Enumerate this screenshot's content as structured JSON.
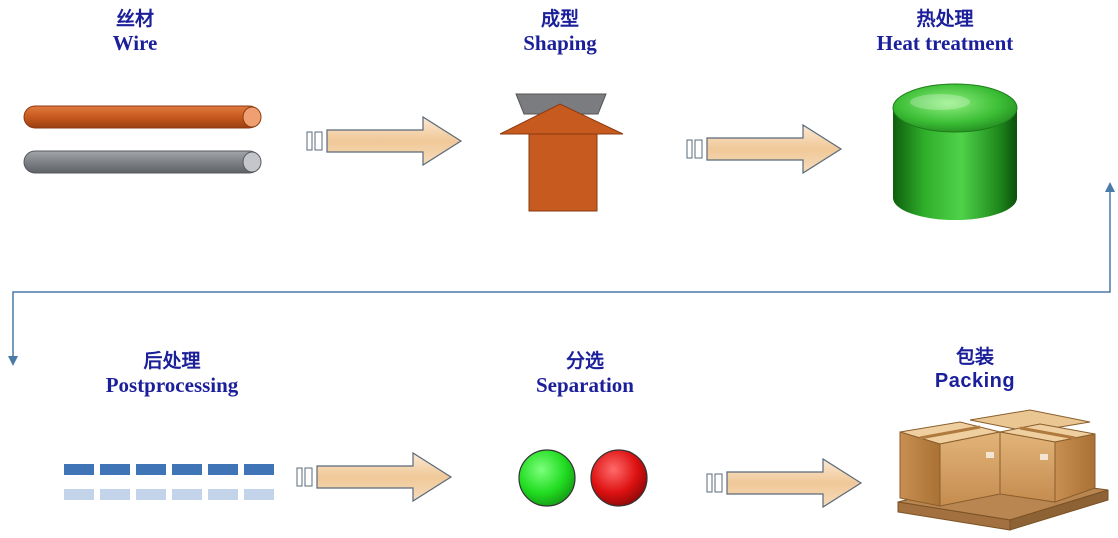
{
  "steps": [
    {
      "zh": "丝材",
      "en": "Wire"
    },
    {
      "zh": "成型",
      "en": "Shaping"
    },
    {
      "zh": "热处理",
      "en": "Heat treatment"
    },
    {
      "zh": "后处理",
      "en": "Postprocessing"
    },
    {
      "zh": "分选",
      "en": "Separation"
    },
    {
      "zh": "包装",
      "en": "Packing"
    }
  ],
  "colors": {
    "label_text": "#1b1f9a",
    "wire_orange": "#c75a1e",
    "wire_gray": "#7e8186",
    "shaping_cap": "#7a7c80",
    "shaping_body": "#c75a1e",
    "heat_green": "#2fae2a",
    "arrow_fill": "#f3d7b3",
    "connector_line": "#4a7aa8",
    "pass_green": "#22dd22",
    "fail_red": "#dd1111",
    "bar_dark": "#3f74b6",
    "bar_light": "#c3d3ea"
  },
  "icons": [
    "wire-icon",
    "shaping-icon",
    "heat-treatment-icon",
    "postprocessing-icon",
    "separation-icon",
    "packing-icon",
    "flow-arrow-icon"
  ]
}
